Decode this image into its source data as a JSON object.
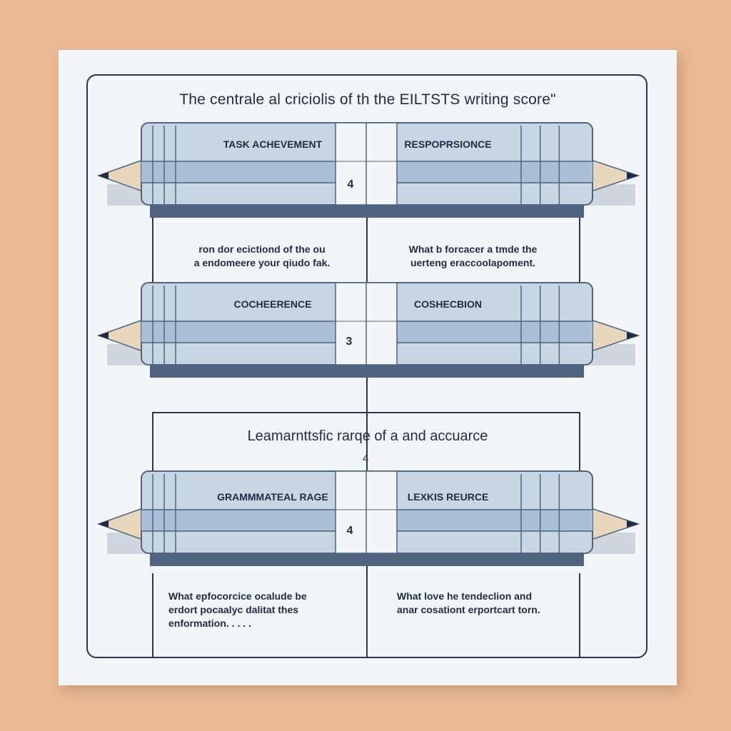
{
  "title": "The centrale al criciolis of th the EILTSTS writing  score\"",
  "bands": [
    {
      "left_label": "TASK ACHEVEMENT",
      "right_label": "RESPOPRSIONCE",
      "score": "4"
    },
    {
      "left_label": "COCHEERENCE",
      "right_label": "COSHECBION",
      "score": "3"
    },
    {
      "left_label": "GRAMMMATEAL RAGE",
      "right_label": "LEXKIS REURCE",
      "score": "4"
    }
  ],
  "descriptions": {
    "row1_left": "ron dor ecictiond of the ou\na endomeere your qiudo fak.",
    "row1_right": "What b forcacer a tmde the\nuerteng eraccoolapoment.",
    "row3_left": "What epfocorcice ocalude be\nerdort pocaalyc dalitat thes\nenformation. . . . .",
    "row3_right": "What love he tendeclion and\nanar cosationt erportcart torn."
  },
  "middle": {
    "text": "Leamarnttsfic rarqe of a and accuarce",
    "number": "4"
  },
  "colors": {
    "background": "#e9b994",
    "paper": "#f3f6f8",
    "ink": "#1f2a44",
    "pencil_light": "#c8d6e4",
    "pencil_mid": "#a9bfd5",
    "pencil_dark": "#51647f",
    "tip_wood": "#e8d7bd"
  }
}
